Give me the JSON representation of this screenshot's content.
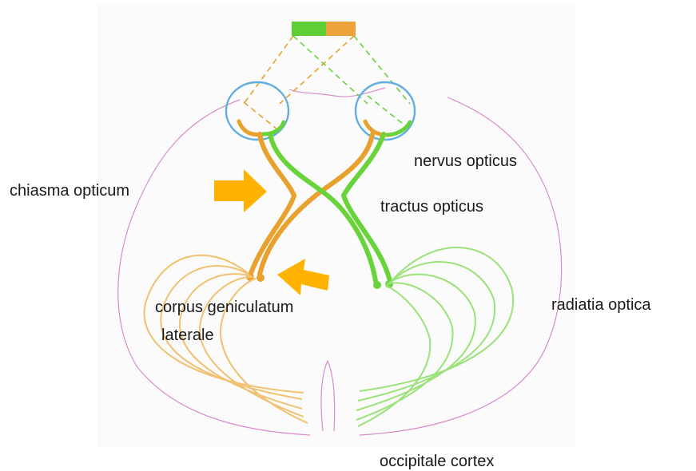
{
  "colors": {
    "orange": "#e9a12e",
    "green": "#69d33a",
    "eye_blue": "#63aee0",
    "brain_outline": "#d98ccc",
    "arrow": "#ffb300",
    "paper": "#fbfbfb"
  },
  "labels": {
    "chiasma": "chiasma opticum",
    "nervus": "nervus opticus",
    "tractus": "tractus opticus",
    "radiatia": "radiatia optica",
    "corpus_line1": "corpus geniculatum",
    "corpus_line2": "laterale",
    "occipitale": "occipitale cortex"
  }
}
